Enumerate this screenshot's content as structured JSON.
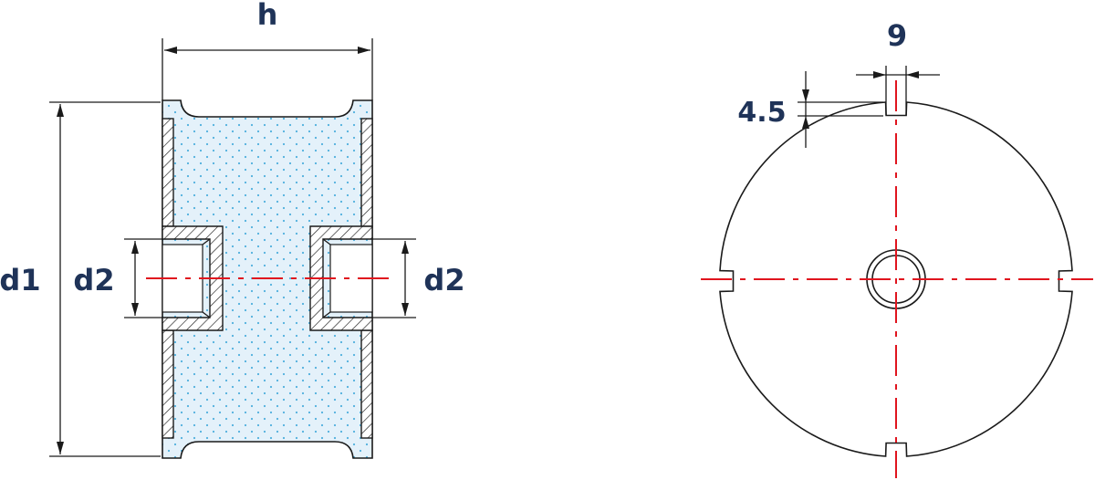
{
  "labels": {
    "h": "h",
    "d1": "d1",
    "d2_left": "d2",
    "d2_right": "d2",
    "slot_width": "9",
    "slot_depth": "4.5"
  },
  "colors": {
    "label": "#1f3358",
    "centerline": "#e0141e",
    "rubber_fill": "#e4f1fa",
    "rubber_dots": "#4fb0de",
    "line": "#1a1a1a"
  }
}
